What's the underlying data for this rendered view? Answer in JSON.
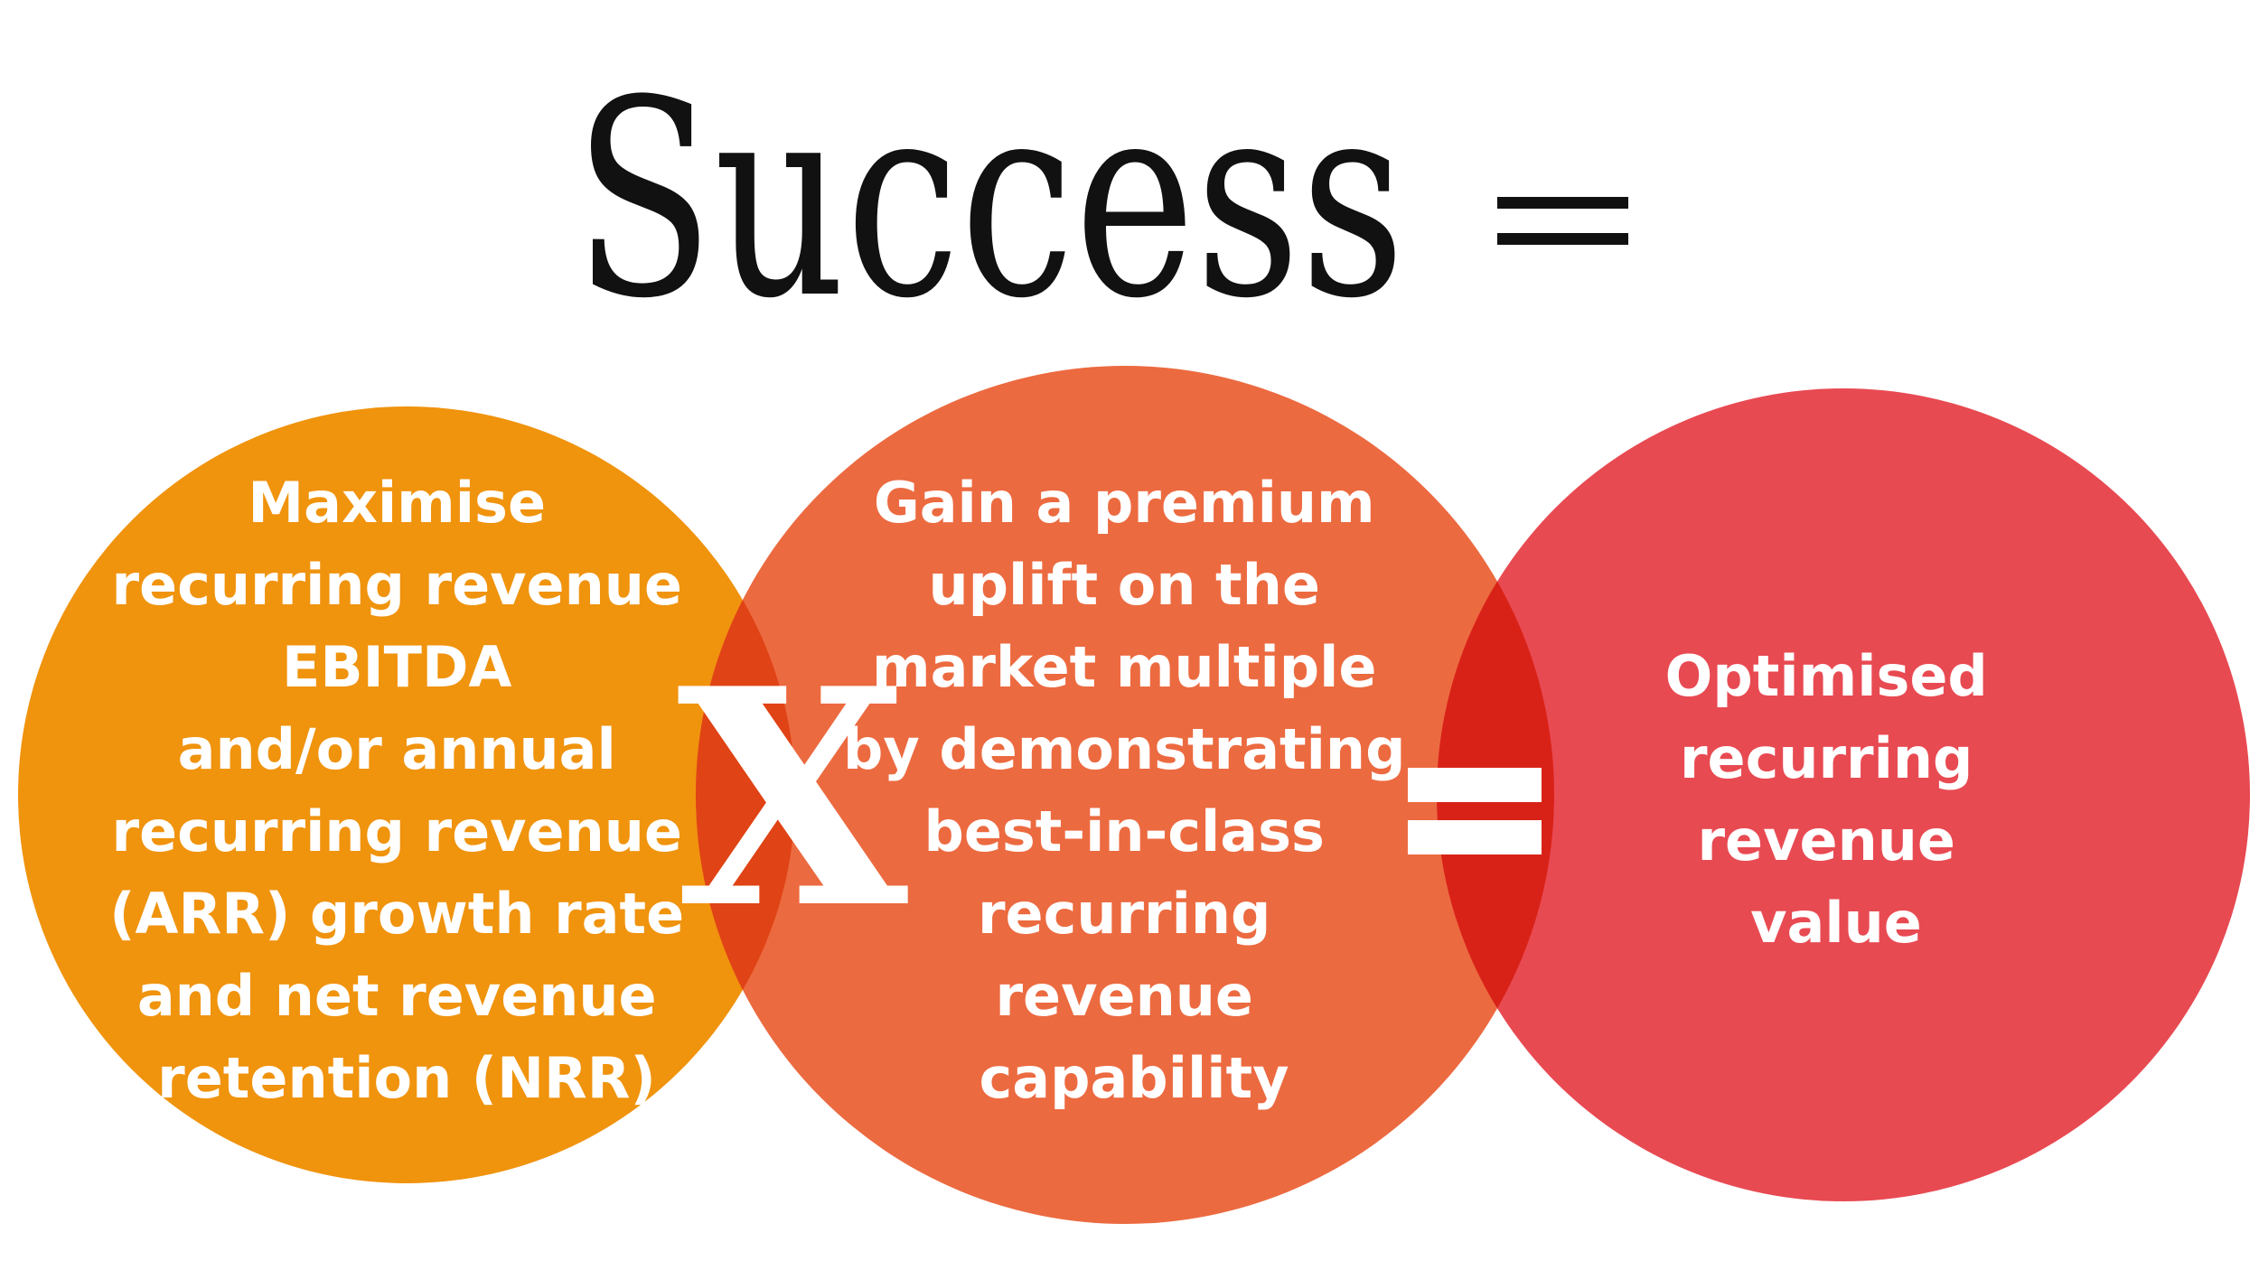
{
  "title": {
    "word": "Success",
    "operator": "="
  },
  "colors": {
    "left_circle": "#f0930d",
    "middle_circle": "#ec6a40",
    "right_circle": "#e84a52",
    "overlap_left": "#e04315",
    "overlap_right": "#d92217",
    "text": "#ffffff",
    "title": "#111111"
  },
  "circles": {
    "left": {
      "lines": [
        "Maximise",
        "recurring revenue",
        "EBITDA",
        "and/or annual",
        "recurring revenue",
        "(ARR) growth rate",
        "and net revenue",
        "retention (NRR)"
      ]
    },
    "middle": {
      "lines": [
        "Gain a premium",
        "uplift  on the",
        "market multiple",
        "by demonstrating",
        "best-in-class",
        "recurring",
        "revenue",
        "capability"
      ]
    },
    "right": {
      "lines": [
        "Optimised",
        "recurring",
        "revenue",
        "value"
      ]
    }
  },
  "operators": {
    "multiply": "X",
    "equals": "="
  }
}
